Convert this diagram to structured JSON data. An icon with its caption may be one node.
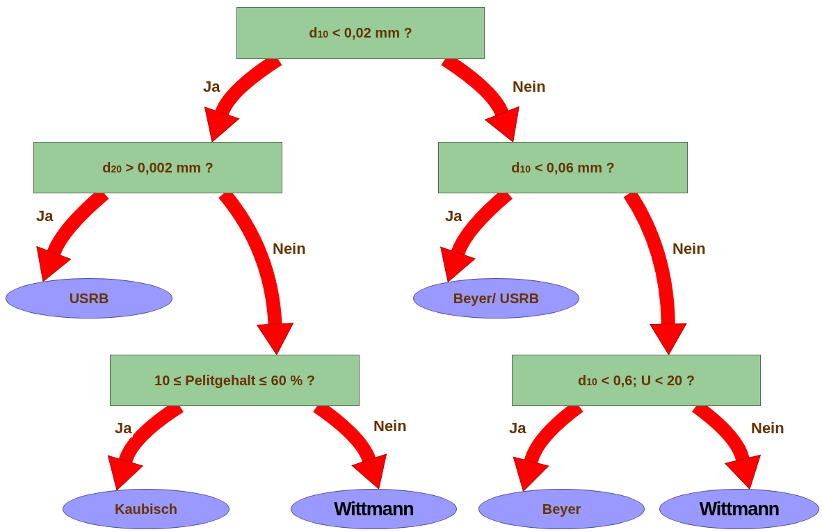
{
  "diagram": {
    "nodes": [
      {
        "text": [
          "d$_{10}$ < 0,02 mm ?"
        ]
      },
      {
        "text": [
          "d$_{20}$ > 0,002 mm ?"
        ]
      },
      {
        "text": [
          "d$_{10}$ < 0,06 mm ?"
        ]
      },
      {
        "text": [
          "USRB"
        ]
      },
      {
        "text": [
          "Beyer/ USRB"
        ]
      },
      {
        "text": [
          "10 ≤ Pelitgehalt ≤ 60 % ?"
        ]
      },
      {
        "text": [
          "d$_{10}$ < 0,6; U < 20 ?"
        ]
      },
      {
        "text": [
          "Kaubisch"
        ]
      },
      {
        "text": [
          "Wittmann"
        ]
      },
      {
        "text": [
          "Beyer"
        ]
      },
      {
        "text": [
          "Wittmann"
        ]
      }
    ],
    "edges": [
      {
        "from": 0,
        "to": 1,
        "arrow": "to",
        "label": "Ja"
      },
      {
        "from": 0,
        "to": 2,
        "arrow": "to",
        "label": "Nein"
      },
      {
        "from": 1,
        "to": 3,
        "arrow": "to",
        "label": "Ja"
      },
      {
        "from": 1,
        "to": 5,
        "arrow": "to",
        "label": "Nein"
      },
      {
        "from": 2,
        "to": 4,
        "arrow": "to",
        "label": "Ja"
      },
      {
        "from": 2,
        "to": 6,
        "arrow": "to",
        "label": "Nein"
      },
      {
        "from": 5,
        "to": 7,
        "arrow": "to",
        "label": "Ja"
      },
      {
        "from": 5,
        "to": 8,
        "arrow": "to",
        "label": "Nein"
      },
      {
        "from": 6,
        "to": 9,
        "arrow": "to",
        "label": "Ja"
      },
      {
        "from": 6,
        "to": 10,
        "arrow": "to",
        "label": "Nein"
      }
    ]
  }
}
